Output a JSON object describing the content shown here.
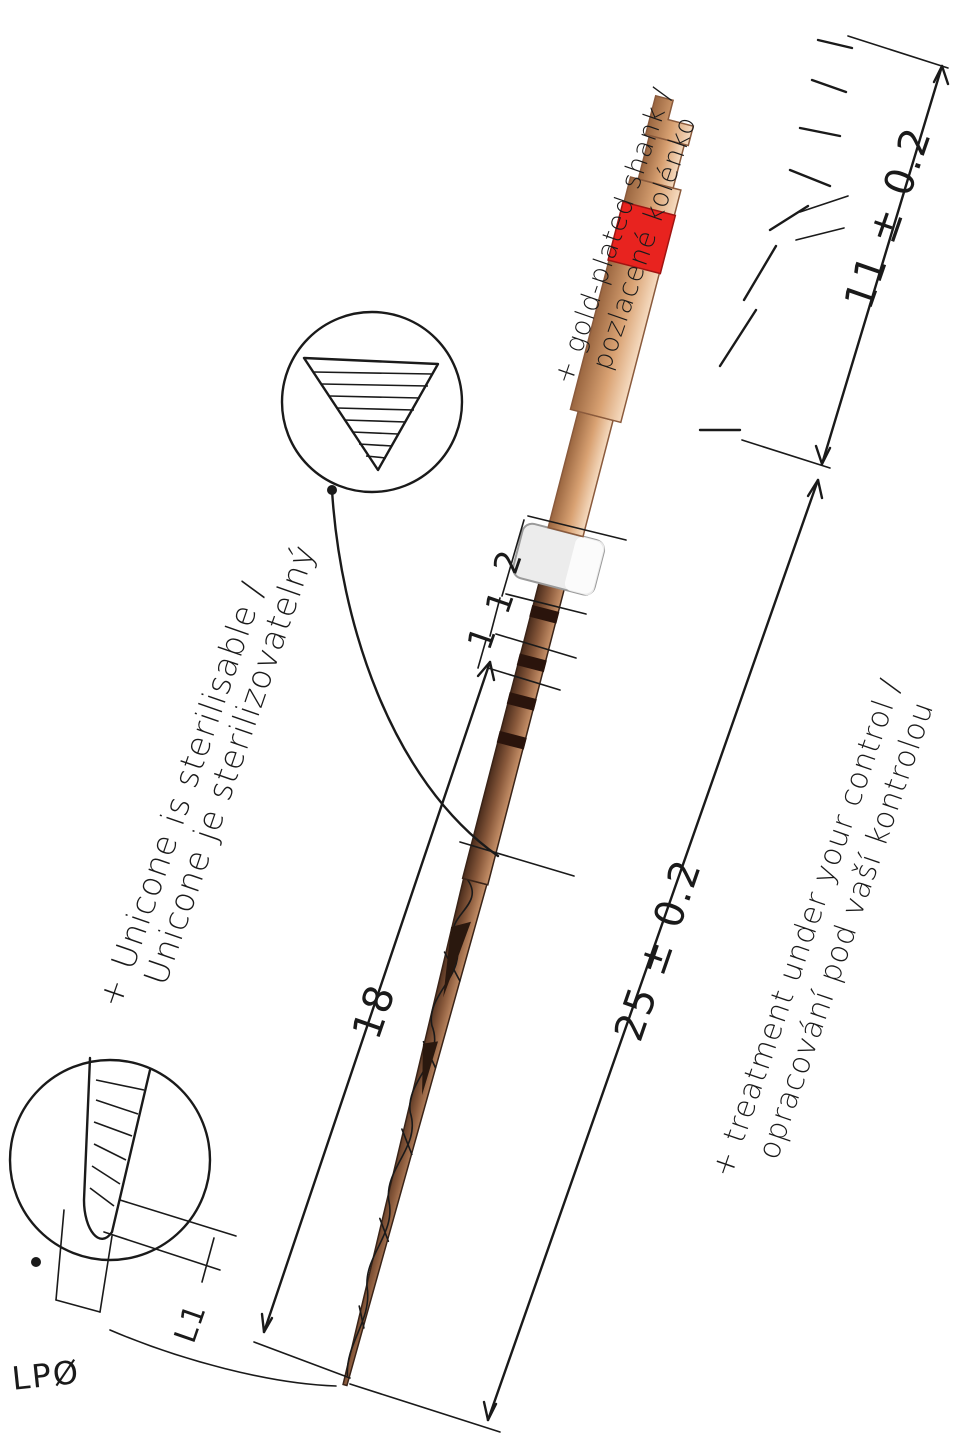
{
  "annotations": {
    "sterilisable": {
      "en": "+ Unicone is sterilisable /",
      "cz": "Unicone je sterilizovatelný"
    },
    "shank": {
      "en": "+ gold-plated shank /",
      "cz": "pozlacené kolénko"
    },
    "treatment": {
      "en": "+ treatment under your control /",
      "cz": "opracování pod vaší kontrolou"
    }
  },
  "dimensions": {
    "shank_length": "11 ± 0.2",
    "total_length": "25 ± 0.2",
    "working_part": "18",
    "mark_1": "1",
    "mark_2": "1",
    "mark_3": "2",
    "tip_l1": "L1",
    "tip_diameter": "LPØ"
  },
  "colors": {
    "gold": "#d9a273",
    "gold_dark": "#a87048",
    "bronze": "#8a5a3c",
    "red_ring": "#e8231f",
    "stopper": "#e6e6e6",
    "ink": "#1a1a1a"
  }
}
